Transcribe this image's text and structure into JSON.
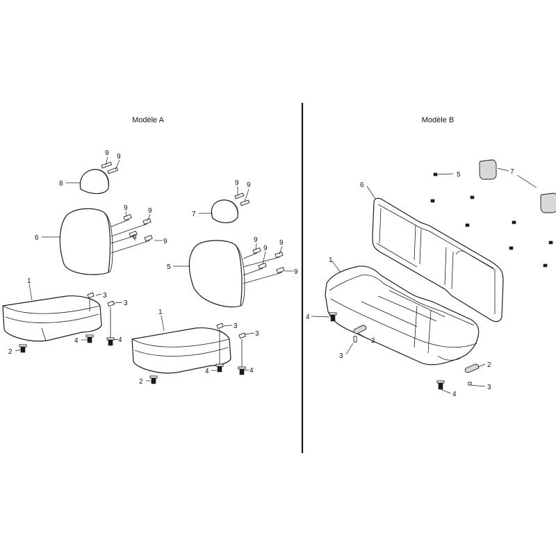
{
  "diagram": {
    "model_a": {
      "title": "Modèle A",
      "callouts": {
        "seat_left": "1",
        "seat_right": "1",
        "pin_left": "2",
        "pin_right": "2",
        "clip_l1": "3",
        "clip_l2": "3",
        "clip_r1": "3",
        "clip_r2": "3",
        "bolt_l1": "4",
        "bolt_l2": "4",
        "bolt_r1": "4",
        "bolt_r2": "4",
        "back_right": "5",
        "back_left": "6",
        "head_right": "7",
        "head_left": "8",
        "s_l1": "9",
        "s_l2": "9",
        "s_l3": "9",
        "s_l4": "9",
        "s_l5": "9",
        "s_l6": "9",
        "s_r1": "9",
        "s_r2": "9",
        "s_r3": "9",
        "s_r4": "9",
        "s_r5": "9",
        "s_r6": "9"
      }
    },
    "model_b": {
      "title": "Modèle B",
      "callouts": {
        "bench_seat": "1",
        "pad_left": "2",
        "pad_right": "2",
        "clip_left": "3",
        "clip_right": "3",
        "bolt_left": "4",
        "bolt_right": "4",
        "screw": "5",
        "bench_back": "6",
        "headrests": "7"
      }
    }
  }
}
